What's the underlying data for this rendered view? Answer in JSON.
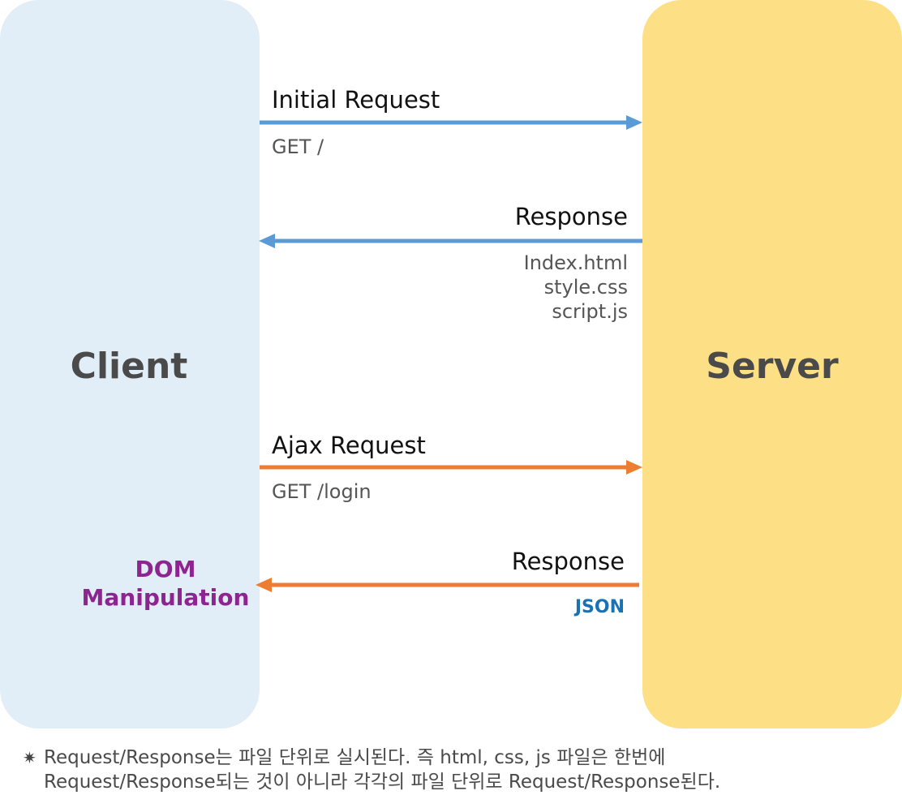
{
  "client": {
    "label": "Client",
    "color": "#e1edf7"
  },
  "server": {
    "label": "Server",
    "color": "#fddf86"
  },
  "flows": {
    "initial_request": {
      "label": "Initial Request",
      "detail": "GET /"
    },
    "initial_response": {
      "label": "Response",
      "files": [
        "Index.html",
        "style.css",
        "script.js"
      ]
    },
    "ajax_request": {
      "label": "Ajax Request",
      "detail": "GET /login"
    },
    "ajax_response": {
      "label": "Response",
      "detail": "JSON"
    }
  },
  "client_action": {
    "line1": "DOM",
    "line2": "Manipulation"
  },
  "colors": {
    "initial_arrow": "#5b9bd5",
    "ajax_arrow": "#ed7d31",
    "dom_text": "#8e2490",
    "json_text": "#1a72b4"
  },
  "note": {
    "icon": "asterisk-icon",
    "line1": "Request/Response는 파일 단위로 실시된다. 즉 html, css, js 파일은 한번에",
    "line2": "Request/Response되는 것이 아니라 각각의 파일 단위로 Request/Response된다."
  }
}
